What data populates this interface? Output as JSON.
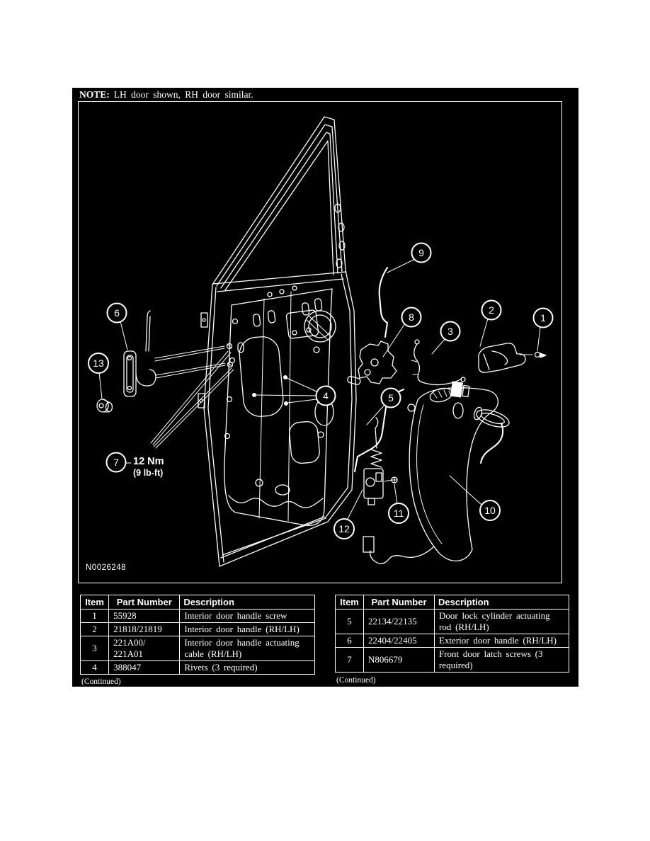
{
  "note": {
    "label": "NOTE:",
    "text": "LH door shown, RH door similar."
  },
  "diagram": {
    "figure_id": "N0026248",
    "torque": {
      "value": "12 Nm",
      "alt": "(9 lb-ft)"
    },
    "callouts": [
      {
        "number": "1"
      },
      {
        "number": "2"
      },
      {
        "number": "3"
      },
      {
        "number": "4"
      },
      {
        "number": "5"
      },
      {
        "number": "6"
      },
      {
        "number": "7"
      },
      {
        "number": "8"
      },
      {
        "number": "9"
      },
      {
        "number": "10"
      },
      {
        "number": "11"
      },
      {
        "number": "12"
      },
      {
        "number": "13"
      }
    ]
  },
  "tables": [
    {
      "headers": [
        "Item",
        "Part Number",
        "Description"
      ],
      "rows": [
        [
          "1",
          "55928",
          "Interior door handle screw"
        ],
        [
          "2",
          "21818/21819",
          "Interior door handle (RH/LH)"
        ],
        [
          "3",
          "221A00/\n221A01",
          "Interior door handle actuating cable (RH/LH)"
        ],
        [
          "4",
          "388047",
          "Rivets (3 required)"
        ]
      ],
      "continued": "(Continued)"
    },
    {
      "headers": [
        "Item",
        "Part Number",
        "Description"
      ],
      "rows": [
        [
          "5",
          "22134/22135",
          "Door lock cylinder actuating rod (RH/LH)"
        ],
        [
          "6",
          "22404/22405",
          "Exterior door handle (RH/LH)"
        ],
        [
          "7",
          "N806679",
          "Front door latch screws (3 required)"
        ]
      ],
      "continued": "(Continued)"
    }
  ],
  "colors": {
    "background": "#ffffff",
    "panel": "#000000",
    "line": "#ffffff"
  }
}
